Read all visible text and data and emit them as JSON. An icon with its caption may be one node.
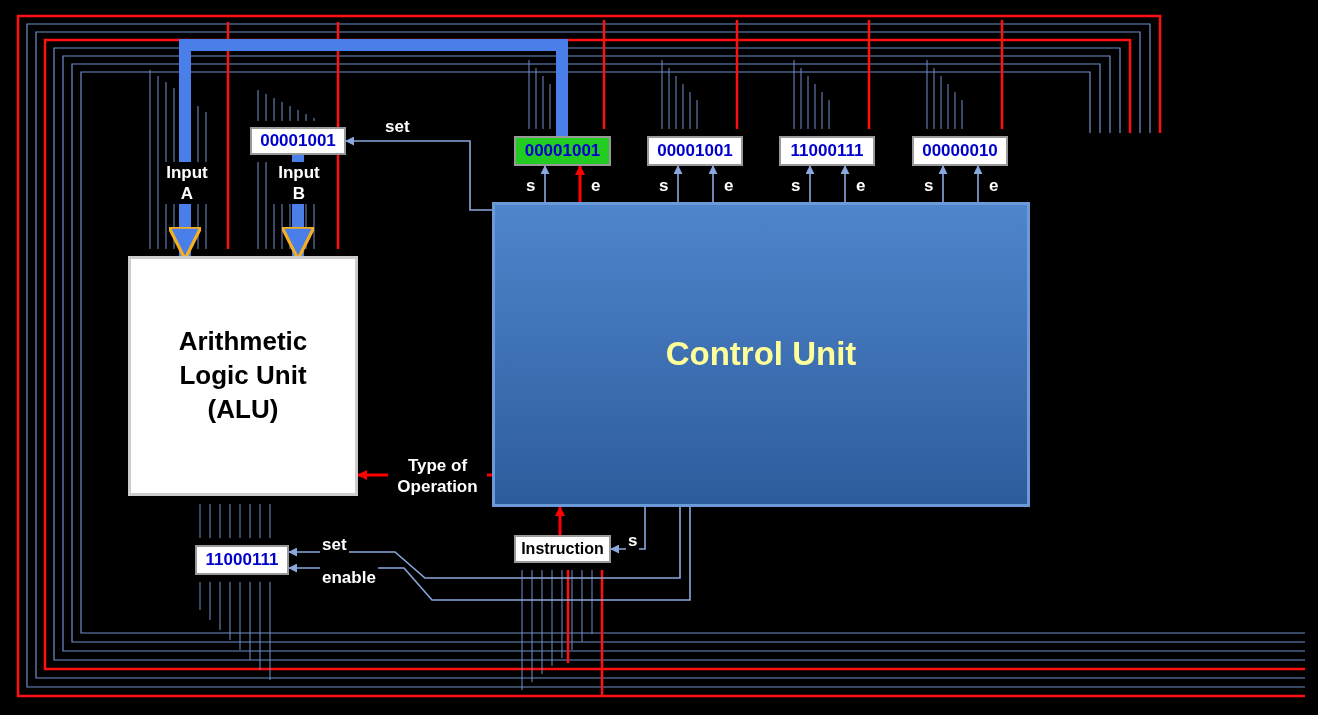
{
  "diagram": {
    "nodes": [
      {
        "text": [
          "Arithmetic Logic Unit (ALU)"
        ]
      },
      {
        "text": [
          "Control Unit"
        ]
      },
      {
        "text": [
          "00001001"
        ]
      },
      {
        "text": [
          "11000111"
        ]
      },
      {
        "text": [
          "Instruction"
        ]
      },
      {
        "text": [
          "00001001"
        ]
      },
      {
        "text": [
          "00001001"
        ]
      },
      {
        "text": [
          "11000111"
        ]
      },
      {
        "text": [
          "00000010"
        ]
      }
    ],
    "edges": [
      {
        "from": 1,
        "to": 2,
        "arrow": "to",
        "label": "set"
      },
      {
        "from": 1,
        "to": 3,
        "arrow": "to",
        "label": "set"
      },
      {
        "from": 1,
        "to": 3,
        "arrow": "to",
        "label": "enable"
      },
      {
        "from": 1,
        "to": 4,
        "arrow": "to",
        "label": "s"
      },
      {
        "from": 4,
        "to": 1,
        "arrow": "to",
        "color": "#ff0000"
      },
      {
        "from": 1,
        "to": 0,
        "arrow": "to",
        "label": "Type of Operation",
        "color": "#ff0000"
      },
      {
        "from": 2,
        "to": 0,
        "arrow": "to",
        "label": "Input B",
        "style": "thick",
        "color": "#4a7ee8"
      },
      {
        "from": 5,
        "to": 0,
        "arrow": "to",
        "label": "Input A",
        "style": "thick",
        "color": "#4a7ee8"
      },
      {
        "from": 1,
        "to": 5,
        "arrow": "to",
        "label": "s"
      },
      {
        "from": 1,
        "to": 5,
        "arrow": "to",
        "label": "e",
        "color": "#ff0000"
      },
      {
        "from": 1,
        "to": 6,
        "arrow": "to",
        "label": "s"
      },
      {
        "from": 1,
        "to": 6,
        "arrow": "to",
        "label": "e"
      },
      {
        "from": 1,
        "to": 7,
        "arrow": "to",
        "label": "s"
      },
      {
        "from": 1,
        "to": 7,
        "arrow": "to",
        "label": "e"
      },
      {
        "from": 1,
        "to": 8,
        "arrow": "to",
        "label": "s"
      },
      {
        "from": 1,
        "to": 8,
        "arrow": "to",
        "label": "e"
      }
    ]
  }
}
